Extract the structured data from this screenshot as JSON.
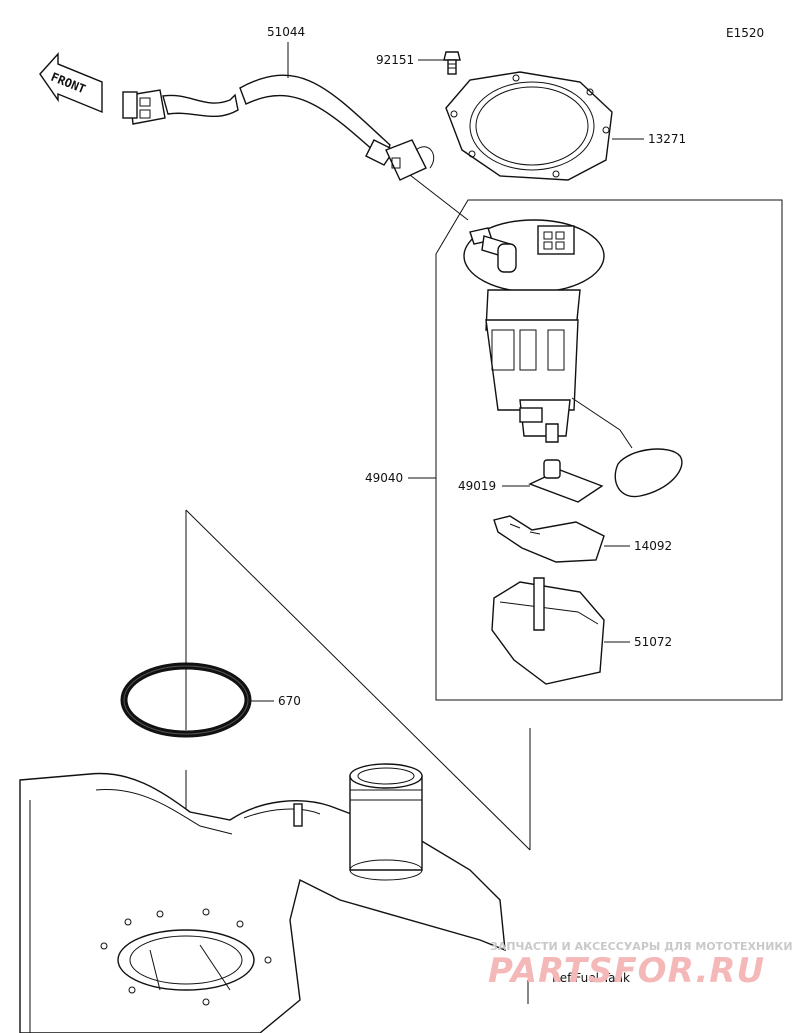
{
  "diagram_code": "E1520",
  "front_label": "FRONT",
  "parts": [
    {
      "number": "51044"
    },
    {
      "number": "92151"
    },
    {
      "number": "13271"
    },
    {
      "number": "49040"
    },
    {
      "number": "49019"
    },
    {
      "number": "14092"
    },
    {
      "number": "51072"
    },
    {
      "number": "670"
    }
  ],
  "reference_note": "Ref.Fuel Tank",
  "watermark": {
    "tagline": "ЗАПЧАСТИ И АКСЕССУАРЫ ДЛЯ МОТОТЕХНИКИ",
    "brand": "PARTSFOR.RU"
  }
}
